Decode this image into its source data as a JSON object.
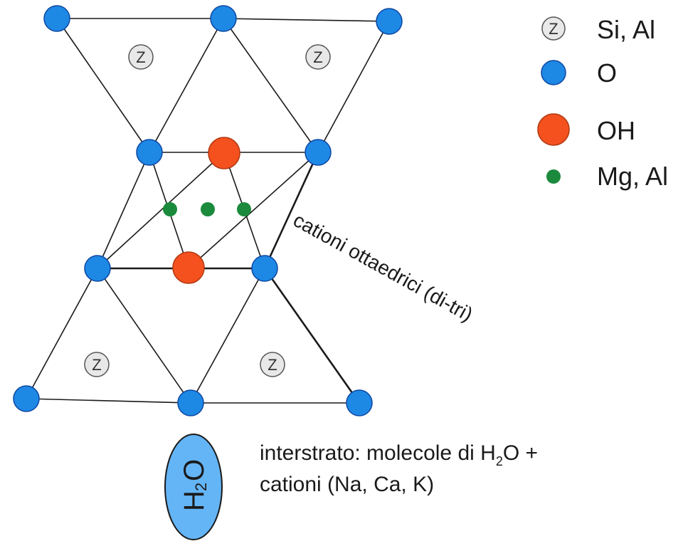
{
  "legend": {
    "items": [
      {
        "id": "si-al",
        "label": "Si, Al",
        "symbol": "Z",
        "color": "#e8e8e8"
      },
      {
        "id": "o",
        "label": "O",
        "color": "#1e88e5"
      },
      {
        "id": "oh",
        "label": "OH",
        "color": "#f4511e"
      },
      {
        "id": "mg-al",
        "label": "Mg, Al",
        "color": "#1b8a3c"
      }
    ]
  },
  "structure": {
    "tetra_symbol": "Z",
    "octahedral_label": "cationi ottaedrici (di-tri)"
  },
  "interlayer": {
    "molecule_main": "H",
    "molecule_sub": "2",
    "molecule_tail": "O",
    "line1_prefix": "interstrato: molecole di H",
    "line1_sub": "2",
    "line1_suffix": "O +",
    "line2": "cationi (Na, Ca, K)",
    "ellipse_color": "#64b5f6"
  },
  "colors": {
    "o_atom": "#1e88e5",
    "o_atom_stroke": "#0d47a1",
    "oh_atom": "#f4511e",
    "oh_atom_stroke": "#b23a12",
    "mg_atom": "#1b8a3c",
    "z_atom": "#e8e8e8"
  }
}
